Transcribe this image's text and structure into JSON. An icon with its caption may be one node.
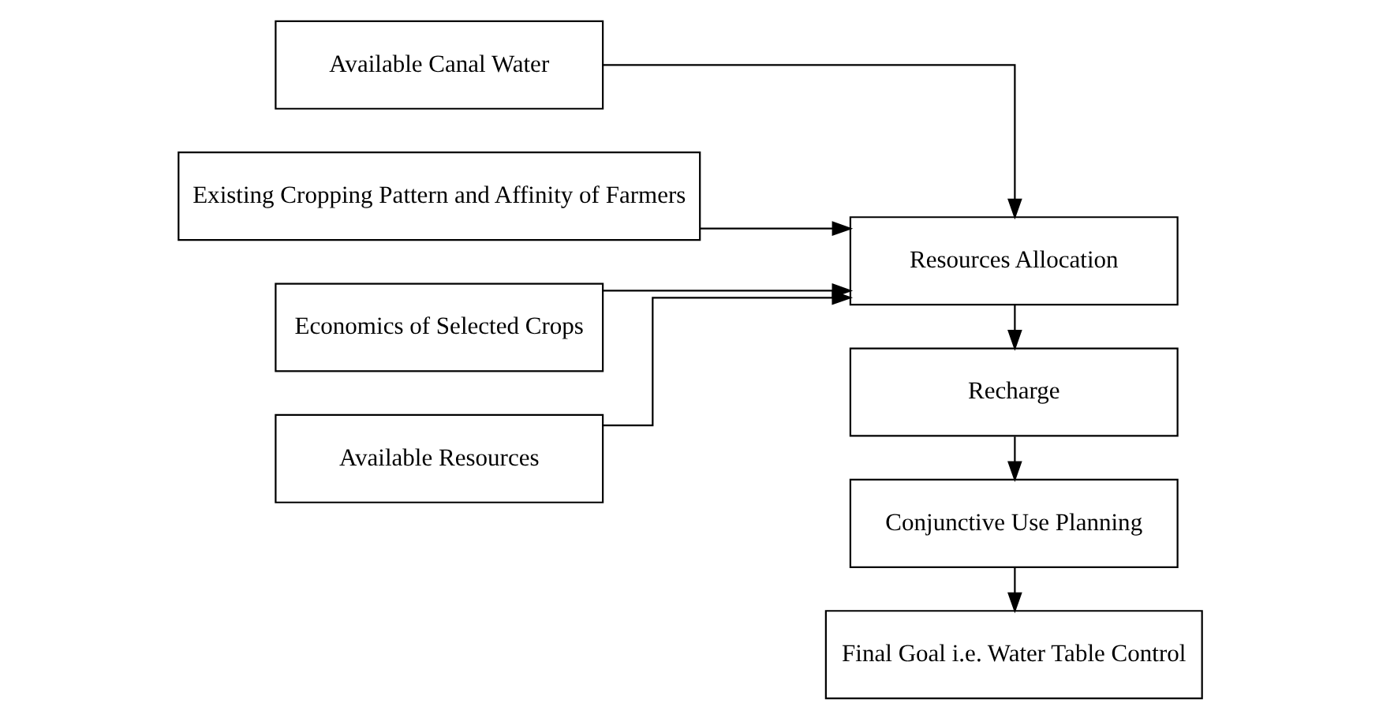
{
  "diagram": {
    "nodes": [
      {
        "text": [
          "Available Canal Water"
        ]
      },
      {
        "text": [
          "Existing Cropping Pattern and Affinity of Farmers"
        ]
      },
      {
        "text": [
          "Economics of Selected Crops"
        ]
      },
      {
        "text": [
          "Available Resources"
        ]
      },
      {
        "text": [
          "Resources Allocation"
        ]
      },
      {
        "text": [
          "Recharge"
        ]
      },
      {
        "text": [
          "Conjunctive Use Planning"
        ]
      },
      {
        "text": [
          "Final Goal i.e. Water Table Control"
        ]
      }
    ],
    "edges": [
      {
        "from": 0,
        "to": 4,
        "arrow": "to"
      },
      {
        "from": 1,
        "to": 4,
        "arrow": "to"
      },
      {
        "from": 2,
        "to": 4,
        "arrow": "to"
      },
      {
        "from": 3,
        "to": 4,
        "arrow": "to"
      },
      {
        "from": 4,
        "to": 5,
        "arrow": "to"
      },
      {
        "from": 5,
        "to": 6,
        "arrow": "to"
      },
      {
        "from": 6,
        "to": 7,
        "arrow": "to"
      }
    ]
  }
}
